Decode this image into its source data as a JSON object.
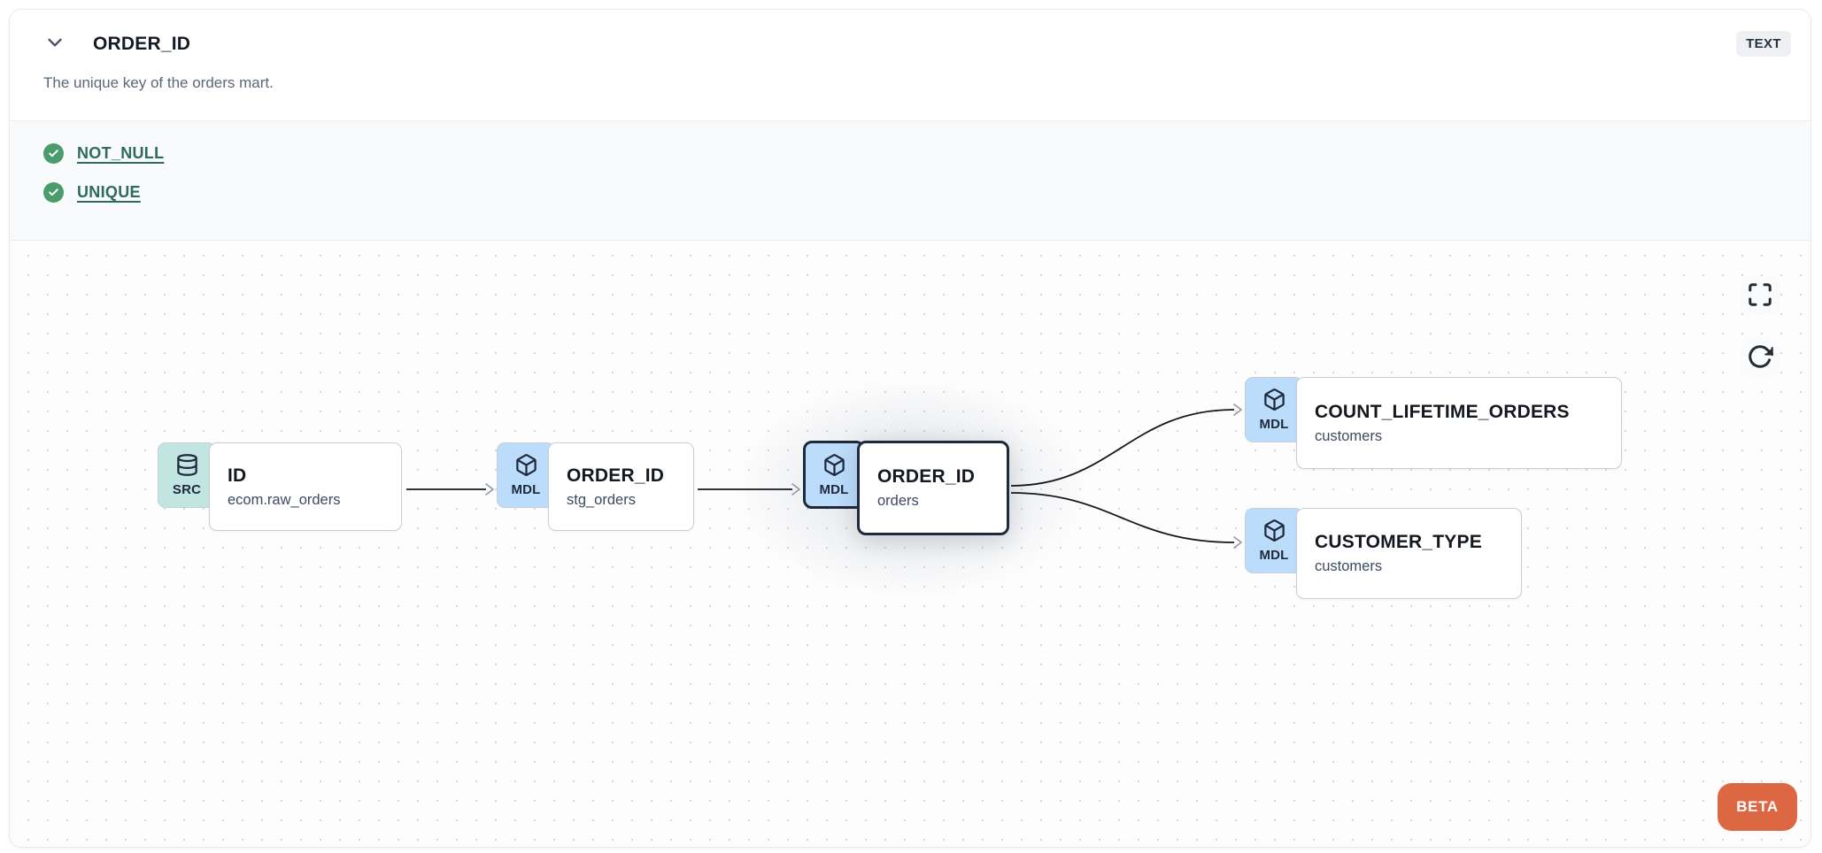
{
  "header": {
    "title": "ORDER_ID",
    "type_badge": "TEXT",
    "description": "The unique key of the orders mart."
  },
  "checks": {
    "items": [
      {
        "status": "pass",
        "label": "NOT_NULL"
      },
      {
        "status": "pass",
        "label": "UNIQUE"
      }
    ]
  },
  "lineage": {
    "nodes": [
      {
        "badge": "SRC",
        "title": "ID",
        "subtitle": "ecom.raw_orders",
        "type": "source",
        "selected": false
      },
      {
        "badge": "MDL",
        "title": "ORDER_ID",
        "subtitle": "stg_orders",
        "type": "model",
        "selected": false
      },
      {
        "badge": "MDL",
        "title": "ORDER_ID",
        "subtitle": "orders",
        "type": "model",
        "selected": true
      },
      {
        "badge": "MDL",
        "title": "COUNT_LIFETIME_ORDERS",
        "subtitle": "customers",
        "type": "model",
        "selected": false
      },
      {
        "badge": "MDL",
        "title": "CUSTOMER_TYPE",
        "subtitle": "customers",
        "type": "model",
        "selected": false
      }
    ],
    "edges": [
      {
        "from": "ID ecom.raw_orders",
        "to": "ORDER_ID stg_orders"
      },
      {
        "from": "ORDER_ID stg_orders",
        "to": "ORDER_ID orders"
      },
      {
        "from": "ORDER_ID orders",
        "to": "COUNT_LIFETIME_ORDERS customers"
      },
      {
        "from": "ORDER_ID orders",
        "to": "CUSTOMER_TYPE customers"
      }
    ],
    "beta_label": "BETA"
  },
  "colors": {
    "accent_orange": "#de6743",
    "check_green": "#4a9c6d",
    "link_teal": "#2d6a5f",
    "source_badge_bg": "#c3e5e1",
    "model_badge_bg": "#bcdcfb",
    "selected_border": "#1e293b",
    "edge_line": "#16181d"
  }
}
